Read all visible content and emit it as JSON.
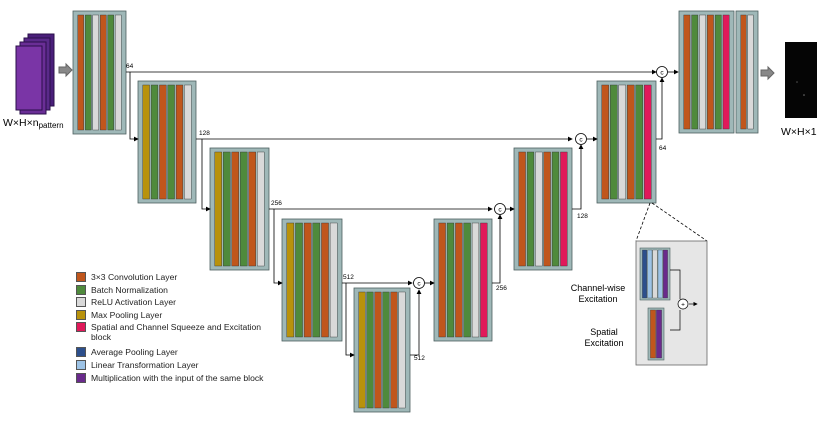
{
  "colors": {
    "conv": "#c0561c",
    "bn": "#4f8a3c",
    "relu": "#d9d9d9",
    "pool": "#b8920c",
    "scse": "#e0195a",
    "avgpool": "#2c4f8c",
    "linear": "#9dc3e6",
    "mult": "#6a2a8c",
    "box": "#9fb8b8"
  },
  "labels": {
    "input_base": "W×H×n",
    "input_sub": "pattern",
    "output": "W×H×1",
    "ch64_enc": "64",
    "ch128_enc": "128",
    "ch256_enc": "256",
    "ch512_enc": "512",
    "ch512_dec": "512",
    "ch256_dec": "256",
    "ch128_dec": "128",
    "ch64_dec": "64",
    "concat": "c",
    "plus": "+",
    "channel_excitation": "Channel-wise\nExcitation",
    "spatial_excitation": "Spatial\nExcitation"
  },
  "legend": [
    {
      "label": "3×3 Convolution Layer",
      "color": "#c0561c"
    },
    {
      "label": "Batch Normalization",
      "color": "#4f8a3c"
    },
    {
      "label": "ReLU Activation Layer",
      "color": "#d9d9d9"
    },
    {
      "label": "Max Pooling Layer",
      "color": "#b8920c"
    },
    {
      "label": "Spatial and Channel Squeeze and Excitation block",
      "color": "#e0195a"
    },
    {
      "label": "Average Pooling Layer",
      "color": "#2c4f8c"
    },
    {
      "label": "Linear Transformation Layer",
      "color": "#9dc3e6"
    },
    {
      "label": "Multiplication with the input of the same block",
      "color": "#6a2a8c"
    }
  ]
}
